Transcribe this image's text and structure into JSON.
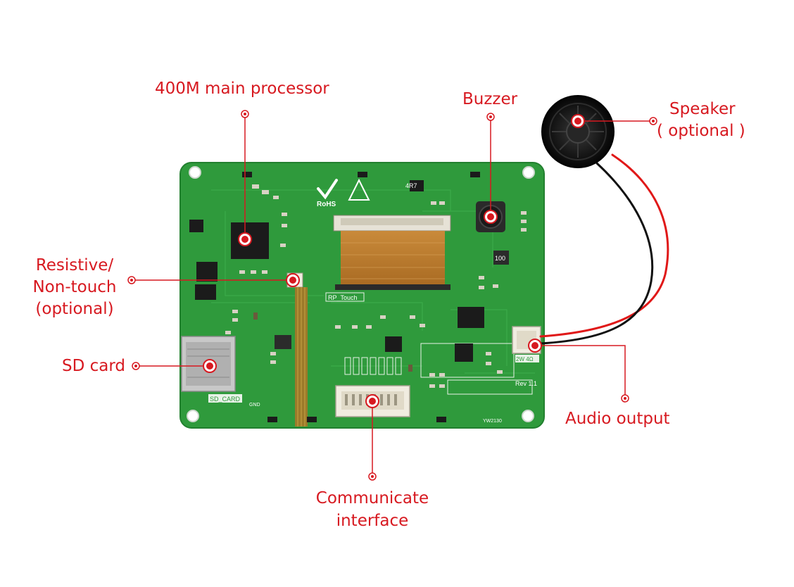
{
  "colors": {
    "label": "#d71920",
    "pcb": "#2f9a3c",
    "pcb_dark": "#1f7a2c",
    "chip": "#1b1b1b",
    "fpc": "#b8782c",
    "connector": "#f0ece0",
    "wire_red": "#e01818",
    "wire_black": "#111111"
  },
  "labels": {
    "processor": "400M main processor",
    "buzzer": "Buzzer",
    "speaker_line1": "Speaker",
    "speaker_line2": "( optional )",
    "resistive_line1": "Resistive/",
    "resistive_line2": "Non-touch",
    "resistive_line3": "(optional)",
    "sd_card": "SD card",
    "audio_output": "Audio output",
    "comm_line1": "Communicate",
    "comm_line2": "interface"
  },
  "board_text": {
    "rohs": "RoHS",
    "rp_touch": "RP_Touch",
    "sd_card": "SD_CARD",
    "spk": "2W 4Ω",
    "rev": "Rev 1.1",
    "inductor": "4R7",
    "inductor2": "100",
    "code": "YW2130",
    "gnd": "GND"
  },
  "icons": {
    "callout_marker": "target-dot",
    "rohs_mark": "checkmark-icon",
    "esd_mark": "esd-triangle-icon"
  }
}
